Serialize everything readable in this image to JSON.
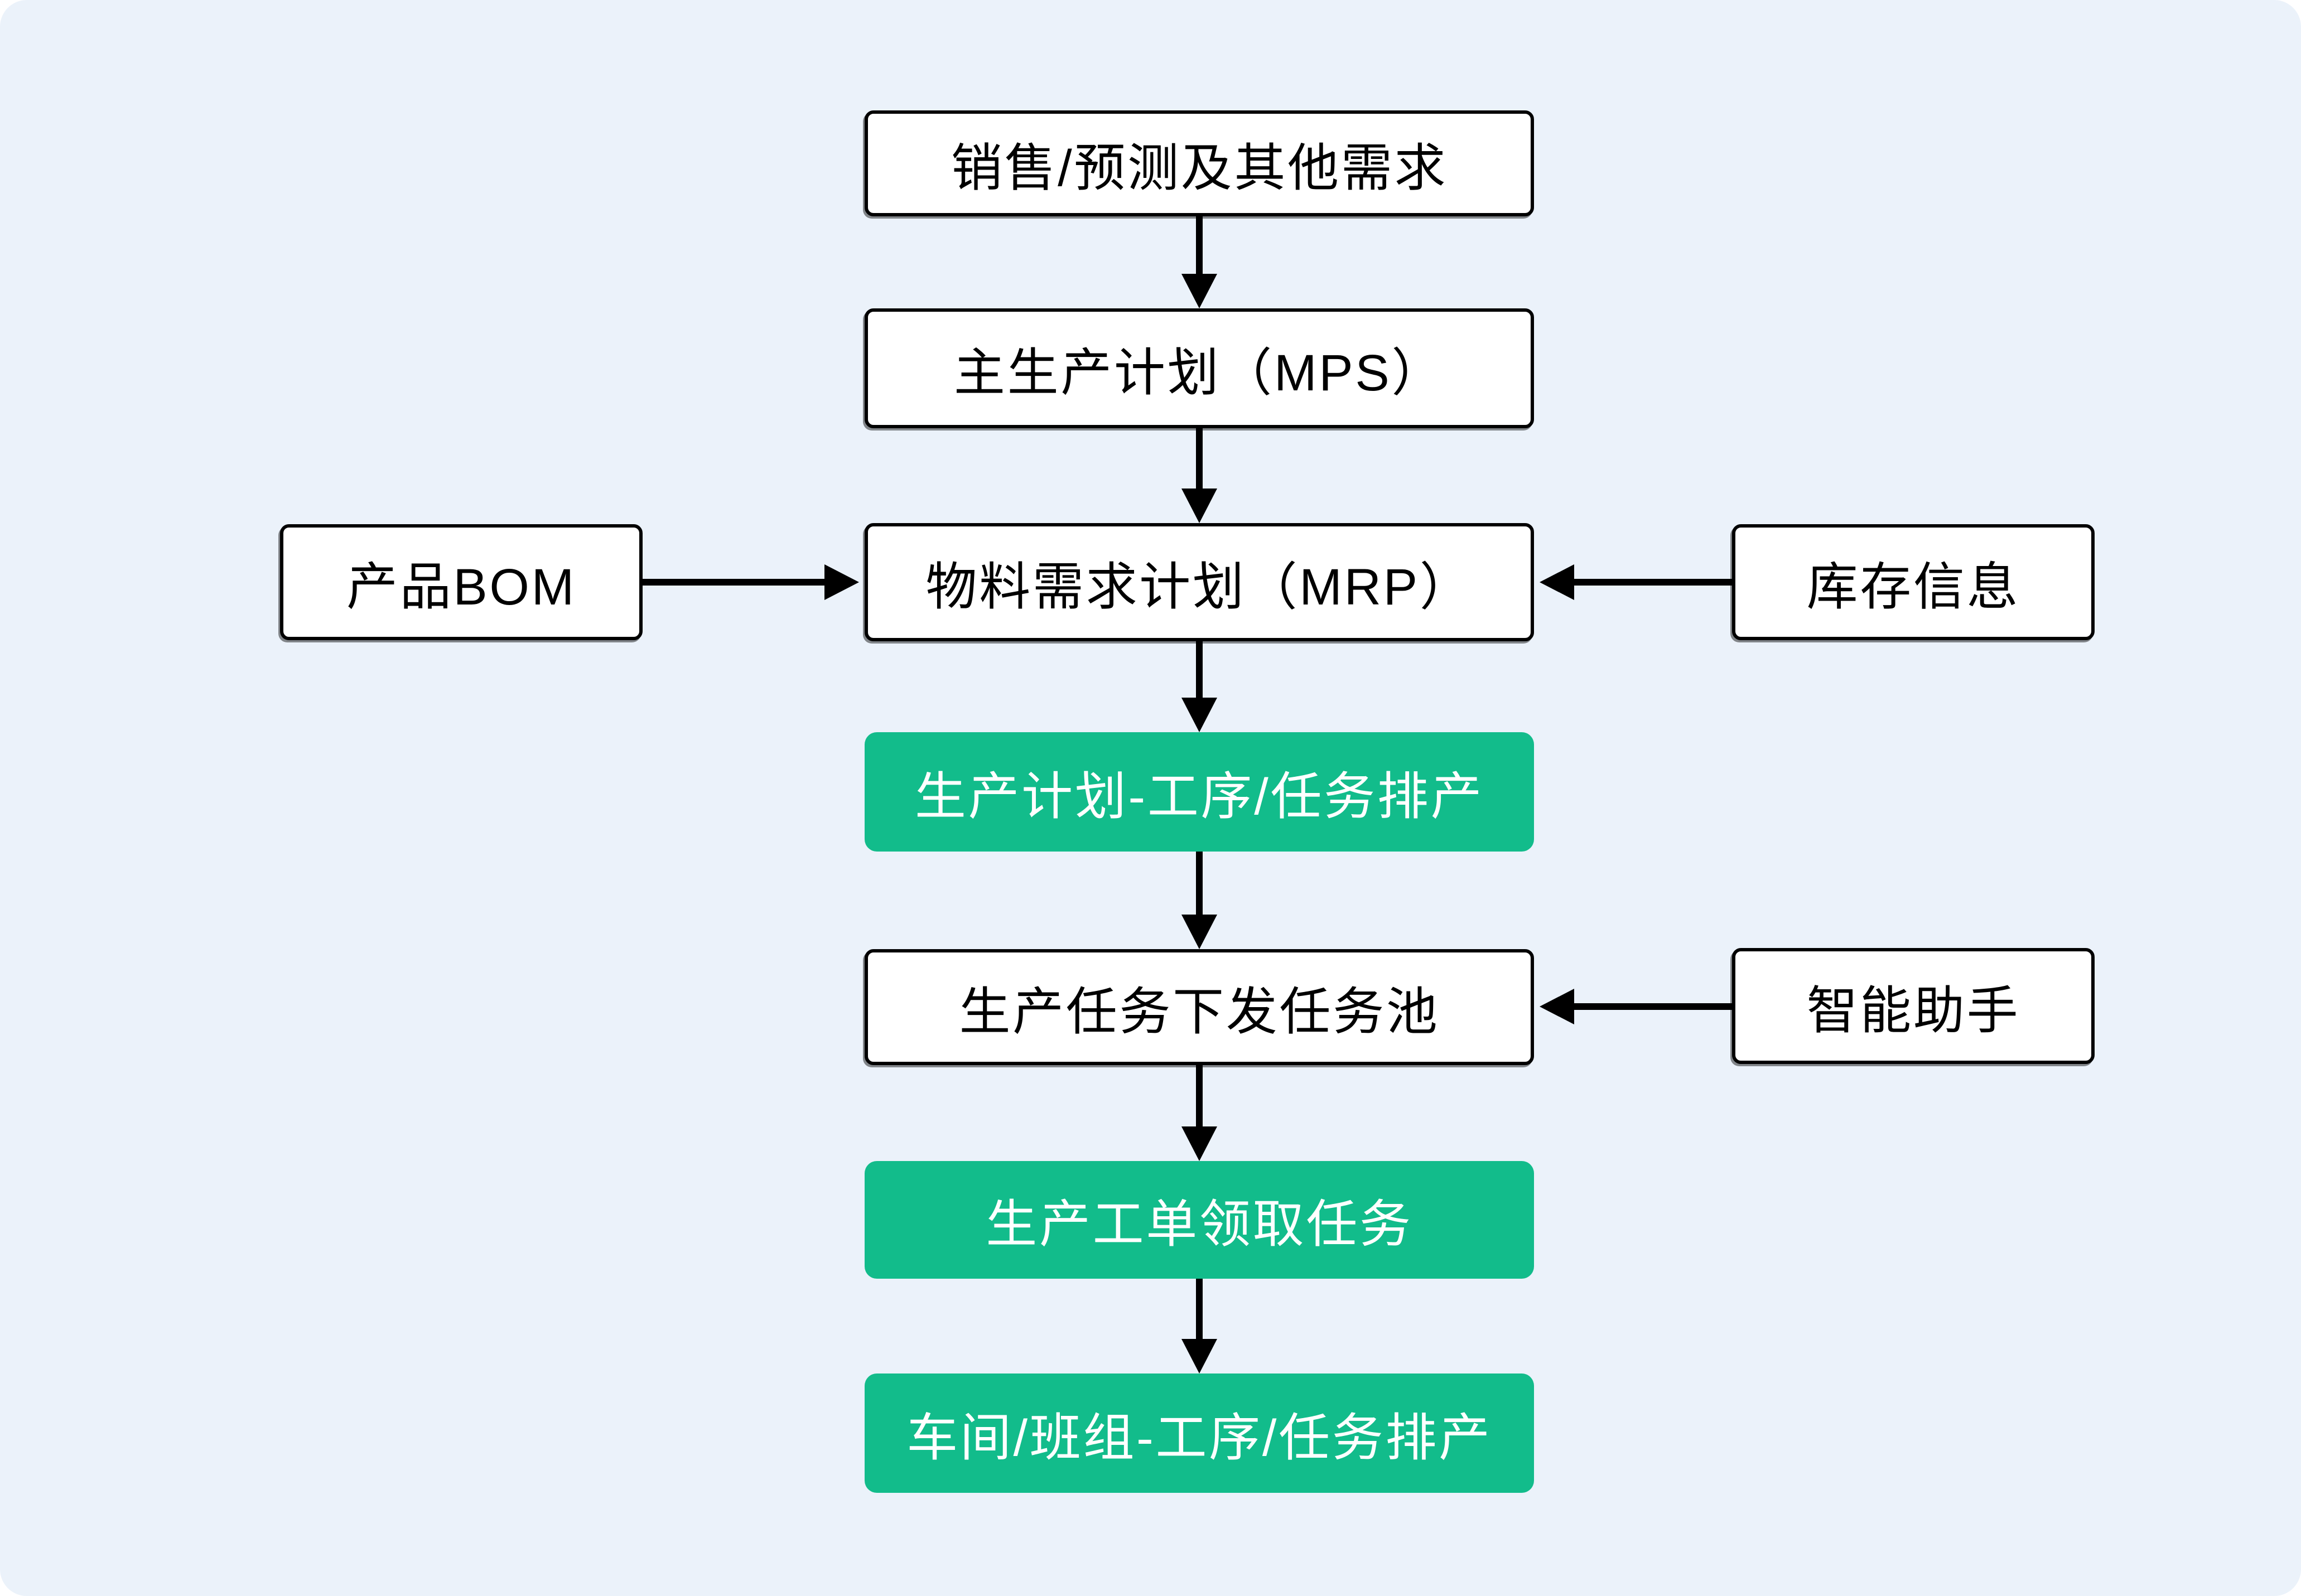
{
  "page": {
    "type": "flowchart",
    "canvas_background": "#EBF2FA"
  },
  "colors": {
    "canvas_bg": "#EBF2FA",
    "node_fill": "#FFFFFF",
    "node_border": "#000000",
    "accent_green": "#12BC8B",
    "accent_text": "#FFFFFF",
    "arrow": "#000000",
    "text": "#000000"
  },
  "flowchart": {
    "nodes": [
      {
        "id": "sales-forecast",
        "label": "销售/预测及其他需求",
        "style": "default"
      },
      {
        "id": "mps",
        "label": "主生产计划（MPS）",
        "style": "default"
      },
      {
        "id": "product-bom",
        "label": "产品BOM",
        "style": "default"
      },
      {
        "id": "mrp",
        "label": "物料需求计划（MRP）",
        "style": "default"
      },
      {
        "id": "inventory-info",
        "label": "库存信息",
        "style": "default"
      },
      {
        "id": "plan-process-scheduling",
        "label": "生产计划-工序/任务排产",
        "style": "highlight"
      },
      {
        "id": "task-pool",
        "label": "生产任务下发任务池",
        "style": "default"
      },
      {
        "id": "smart-assistant",
        "label": "智能助手",
        "style": "default"
      },
      {
        "id": "work-order-claim",
        "label": "生产工单领取任务",
        "style": "highlight"
      },
      {
        "id": "workshop-team-scheduling",
        "label": "车间/班组-工序/任务排产",
        "style": "highlight"
      }
    ],
    "edges": [
      {
        "from": "sales-forecast",
        "to": "mps"
      },
      {
        "from": "mps",
        "to": "mrp"
      },
      {
        "from": "product-bom",
        "to": "mrp"
      },
      {
        "from": "inventory-info",
        "to": "mrp"
      },
      {
        "from": "mrp",
        "to": "plan-process-scheduling"
      },
      {
        "from": "plan-process-scheduling",
        "to": "task-pool"
      },
      {
        "from": "smart-assistant",
        "to": "task-pool"
      },
      {
        "from": "task-pool",
        "to": "work-order-claim"
      },
      {
        "from": "work-order-claim",
        "to": "workshop-team-scheduling"
      }
    ]
  }
}
